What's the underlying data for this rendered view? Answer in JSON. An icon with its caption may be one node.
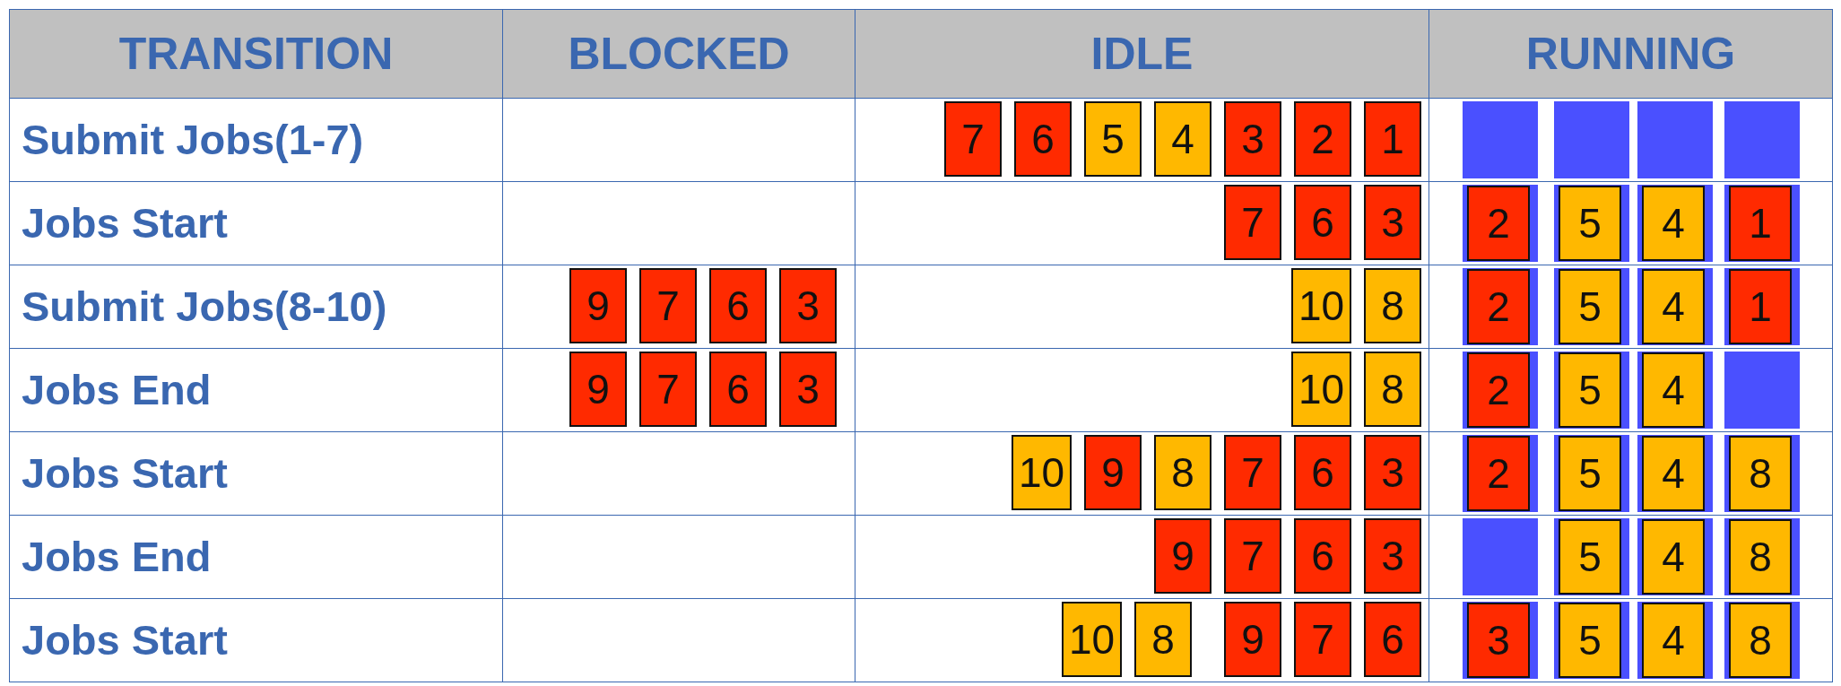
{
  "diagram": {
    "nodes": [
      {
        "text": [
          "7"
        ]
      },
      {
        "text": [
          "6"
        ]
      },
      {
        "text": [
          "5"
        ]
      },
      {
        "text": [
          "4"
        ]
      },
      {
        "text": [
          "3"
        ]
      },
      {
        "text": [
          "2"
        ]
      },
      {
        "text": [
          "1"
        ]
      },
      {
        "text": [],
        "shape": "box"
      },
      {
        "text": [],
        "shape": "box"
      },
      {
        "text": [],
        "shape": "box"
      },
      {
        "text": [],
        "shape": "box"
      },
      {
        "text": [
          "7"
        ]
      },
      {
        "text": [
          "6"
        ]
      },
      {
        "text": [
          "3"
        ]
      },
      {
        "text": [],
        "shape": "box"
      },
      {
        "text": [
          "2"
        ],
        "in": 14
      },
      {
        "text": [],
        "shape": "box"
      },
      {
        "text": [
          "5"
        ],
        "in": 16
      },
      {
        "text": [],
        "shape": "box"
      },
      {
        "text": [
          "4"
        ],
        "in": 18
      },
      {
        "text": [],
        "shape": "box"
      },
      {
        "text": [
          "1"
        ],
        "in": 20
      },
      {
        "text": [
          "9"
        ]
      },
      {
        "text": [
          "7"
        ]
      },
      {
        "text": [
          "6"
        ]
      },
      {
        "text": [
          "3"
        ]
      },
      {
        "text": [
          "10"
        ]
      },
      {
        "text": [
          "8"
        ]
      },
      {
        "text": [],
        "shape": "box"
      },
      {
        "text": [
          "2"
        ],
        "in": 28
      },
      {
        "text": [],
        "shape": "box"
      },
      {
        "text": [
          "5"
        ],
        "in": 30
      },
      {
        "text": [],
        "shape": "box"
      },
      {
        "text": [
          "4"
        ],
        "in": 32
      },
      {
        "text": [],
        "shape": "box"
      },
      {
        "text": [
          "1"
        ],
        "in": 34
      },
      {
        "text": [
          "9"
        ]
      },
      {
        "text": [
          "7"
        ]
      },
      {
        "text": [
          "6"
        ]
      },
      {
        "text": [
          "3"
        ]
      },
      {
        "text": [
          "10"
        ]
      },
      {
        "text": [
          "8"
        ]
      },
      {
        "text": [],
        "shape": "box"
      },
      {
        "text": [
          "2"
        ],
        "in": 42
      },
      {
        "text": [],
        "shape": "box"
      },
      {
        "text": [
          "5"
        ],
        "in": 44
      },
      {
        "text": [],
        "shape": "box"
      },
      {
        "text": [
          "4"
        ],
        "in": 46
      },
      {
        "text": [],
        "shape": "box"
      },
      {
        "text": [
          "10"
        ]
      },
      {
        "text": [
          "9"
        ]
      },
      {
        "text": [
          "8"
        ]
      },
      {
        "text": [
          "7"
        ]
      },
      {
        "text": [
          "6"
        ]
      },
      {
        "text": [
          "3"
        ]
      },
      {
        "text": [],
        "shape": "box"
      },
      {
        "text": [
          "2"
        ],
        "in": 55
      },
      {
        "text": [],
        "shape": "box"
      },
      {
        "text": [
          "5"
        ],
        "in": 57
      },
      {
        "text": [],
        "shape": "box"
      },
      {
        "text": [
          "4"
        ],
        "in": 59
      },
      {
        "text": [],
        "shape": "box"
      },
      {
        "text": [
          "8"
        ],
        "in": 61
      },
      {
        "text": [
          "9"
        ]
      },
      {
        "text": [
          "7"
        ]
      },
      {
        "text": [
          "6"
        ]
      },
      {
        "text": [
          "3"
        ]
      },
      {
        "text": [],
        "shape": "box"
      },
      {
        "text": [],
        "shape": "box"
      },
      {
        "text": [
          "5"
        ],
        "in": 68
      },
      {
        "text": [],
        "shape": "box"
      },
      {
        "text": [
          "4"
        ],
        "in": 70
      },
      {
        "text": [],
        "shape": "box"
      },
      {
        "text": [
          "8"
        ],
        "in": 72
      },
      {
        "text": [
          "10"
        ]
      },
      {
        "text": [
          "8"
        ]
      },
      {
        "text": [
          "9"
        ]
      },
      {
        "text": [
          "7"
        ]
      },
      {
        "text": [
          "6"
        ]
      },
      {
        "text": [],
        "shape": "box"
      },
      {
        "text": [
          "3"
        ],
        "in": 79
      },
      {
        "text": [],
        "shape": "box"
      },
      {
        "text": [
          "5"
        ],
        "in": 81
      },
      {
        "text": [],
        "shape": "box"
      },
      {
        "text": [
          "4"
        ],
        "in": 83
      },
      {
        "text": [],
        "shape": "box"
      },
      {
        "text": [
          "8"
        ],
        "in": 85
      }
    ],
    "labels": [
      "TRANSITION",
      "BLOCKED",
      "IDLE",
      "RUNNING",
      "Submit Jobs(1-7)",
      "Jobs Start",
      "Submit Jobs(8-10)",
      "Jobs End",
      "Jobs Start",
      "Jobs End",
      "Jobs Start"
    ]
  }
}
